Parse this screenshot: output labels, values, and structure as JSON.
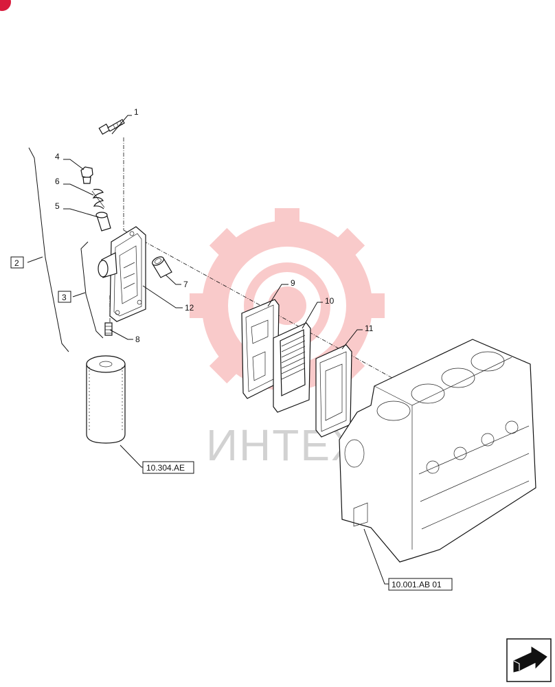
{
  "badge": {
    "color": "#d81b3c"
  },
  "watermark": {
    "text": "ИНТЕХ",
    "gear_color": "#f7b9b9"
  },
  "callouts": [
    "1",
    "4",
    "6",
    "5",
    "7",
    "12",
    "8",
    "9",
    "10",
    "11"
  ],
  "group_labels": [
    "2",
    "3"
  ],
  "references": [
    "10.304.AE",
    "10.001.AB 01"
  ],
  "icons": {
    "nav": "next-page-arrow-icon"
  }
}
